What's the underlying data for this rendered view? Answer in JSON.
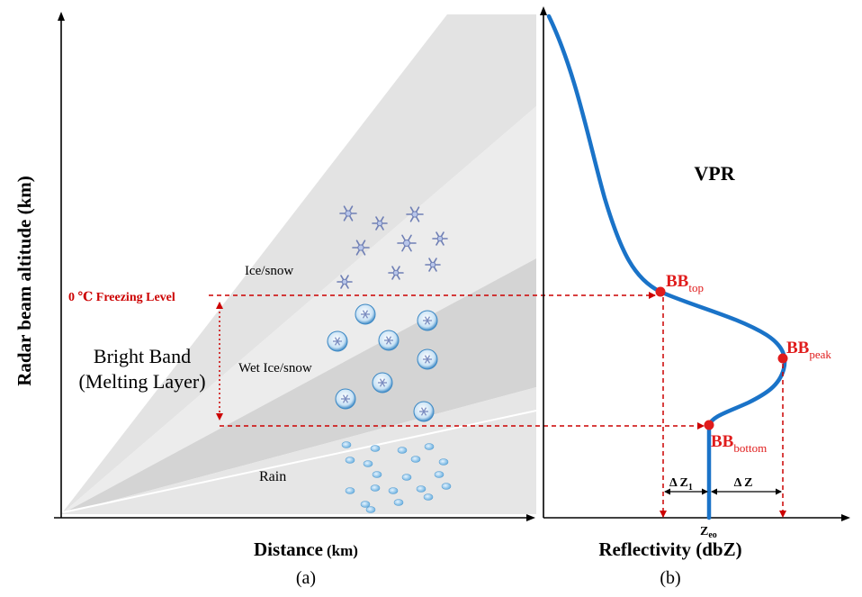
{
  "panel_a": {
    "ylabel": "Radar beam altitude (km)",
    "xlabel_main": "Distance",
    "xlabel_unit": "(km)",
    "caption": "(a)",
    "layer_ice": "Ice/snow",
    "layer_wet": "Wet Ice/snow",
    "layer_rain": "Rain",
    "freezing_level": "0 ℃ Freezing Level",
    "bright_band_line1": "Bright Band",
    "bright_band_line2": "(Melting Layer)"
  },
  "panel_b": {
    "title": "VPR",
    "xlabel": "Reflectivity (dbZ)",
    "caption": "(b)",
    "bb_top_main": "BB",
    "bb_top_sub": "top",
    "bb_peak_main": "BB",
    "bb_peak_sub": "peak",
    "bb_bottom_main": "BB",
    "bb_bottom_sub": "bottom",
    "delta_z1_main": "Δ Z",
    "delta_z1_sub": "1",
    "delta_z": "Δ Z",
    "zeo_main": "Z",
    "zeo_sub": "eo"
  },
  "colors": {
    "curve": "#1a73c8",
    "annotation": "#cc0000",
    "axis": "#000000",
    "beam_band": "#e3e3e3",
    "beam_band_dark": "#d2d2d2"
  }
}
